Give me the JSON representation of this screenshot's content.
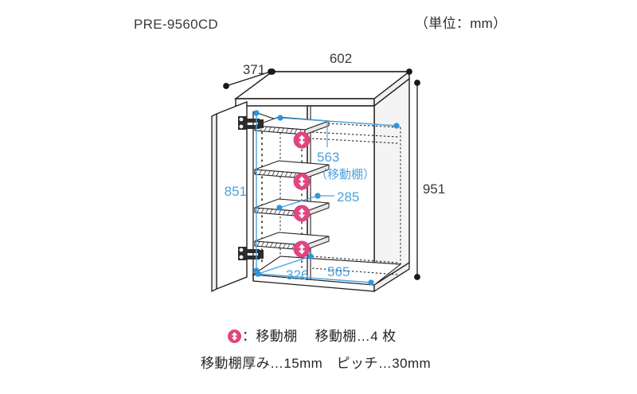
{
  "header": {
    "model_code": "PRE-9560CD",
    "unit_note": "（単位：mm）"
  },
  "drawing": {
    "type": "cabinet-isometric-dimension-drawing",
    "description": "Two-door cabinet shown in isometric view with left door open, four adjustable shelves",
    "outer_dimensions": {
      "width": "602",
      "depth": "371",
      "height": "951"
    },
    "inner_dimensions": {
      "inner_width": "565",
      "inner_depth": "326",
      "inner_height": "851",
      "shelf_span_width": "563",
      "shelf_span_note": "（移動棚）",
      "shelf_depth": "285"
    },
    "labels": {
      "width_602": "602",
      "depth_371": "371",
      "height_951": "951",
      "inner_height_851": "851",
      "shelf_width_563": "563",
      "shelf_width_note": "（移動棚）",
      "shelf_depth_285": "285",
      "inner_depth_326": "326",
      "inner_width_565": "565"
    },
    "colors": {
      "dimension_blue": "#4da3dd",
      "marker_pink": "#e0457f",
      "line_dark": "#231f20",
      "body_fill": "#ffffff",
      "panel_shade": "#f2f2f2"
    },
    "shelf_marker_count": 4
  },
  "legend": {
    "marker_icon": "up-down-arrow-icon",
    "line1_part1": "：移動棚",
    "line1_part2": "移動棚…4 枚",
    "line2": "移動棚厚み…15mm　ピッチ…30mm"
  }
}
